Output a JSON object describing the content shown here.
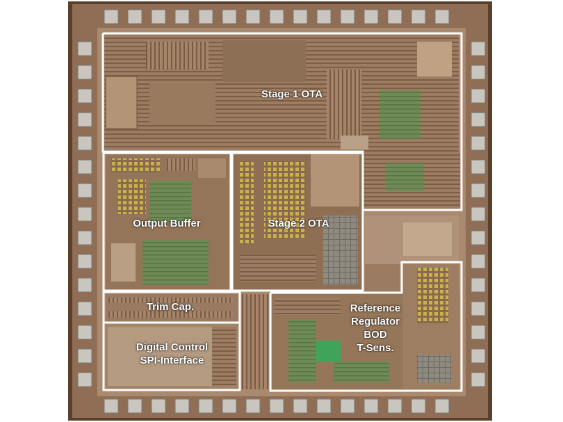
{
  "blocks": {
    "stage1": {
      "label": "Stage 1 OTA"
    },
    "output_buffer": {
      "label": "Output Buffer"
    },
    "stage2": {
      "label": "Stage 2 OTA"
    },
    "trim_cap": {
      "label": "Trim Cap."
    },
    "digital": {
      "line1": "Digital Control",
      "line2": "SPI-Interface"
    },
    "reference": {
      "line1": "Reference",
      "line2": "Regulator",
      "line3": "BOD",
      "line4": "T-Sens."
    }
  },
  "colors": {
    "die_base": "#a98a6e",
    "seal_ring": "#5a3f2a",
    "pad": "#c9c6c0",
    "outline": "#ffffff",
    "metal_green": "#6f8b55",
    "metal_yellow": "#c9b24a"
  }
}
